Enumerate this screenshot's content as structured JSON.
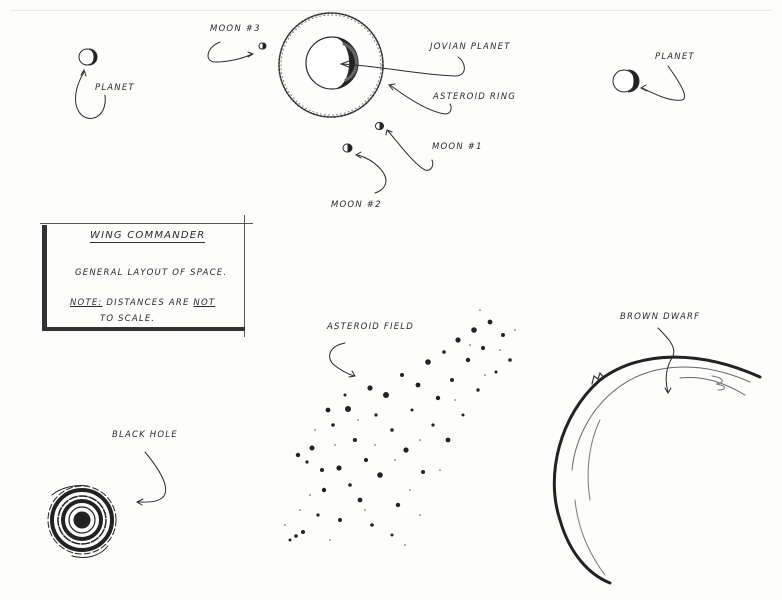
{
  "title_block": {
    "heading": "Wing Commander",
    "line1": "General layout of space.",
    "note_label": "Note:",
    "note_text_a": " distances are ",
    "note_emphasis": "not",
    "note_text_b": "to scale."
  },
  "labels": {
    "planet_left": "Planet",
    "planet_right": "Planet",
    "moon3": "Moon #3",
    "moon1": "Moon #1",
    "moon2": "Moon #2",
    "jovian_planet": "Jovian Planet",
    "asteroid_ring": "Asteroid Ring",
    "asteroid_field": "Asteroid Field",
    "black_hole": "Black Hole",
    "brown_dwarf": "Brown Dwarf"
  },
  "colors": {
    "ink": "#222222",
    "paper": "#fdfdfc"
  }
}
